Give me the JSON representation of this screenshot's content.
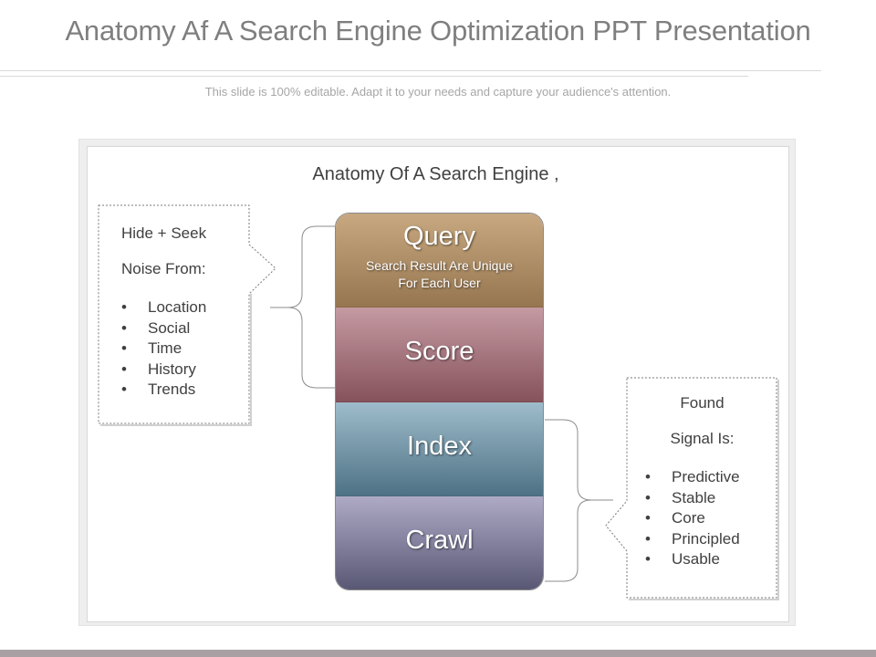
{
  "header": {
    "title": "Anatomy Af A Search Engine Optimization PPT Presentation",
    "subtitle": "This slide is 100% editable. Adapt it to your needs and capture your audience's attention."
  },
  "diagram": {
    "title": "Anatomy Of A Search Engine ,",
    "layers": [
      {
        "name": "Query",
        "subtitle_line1": "Search Result Are Unique",
        "subtitle_line2": "For Each User",
        "color": "#ad8e66"
      },
      {
        "name": "Score",
        "color": "#a06f78"
      },
      {
        "name": "Index",
        "color": "#6f94a6"
      },
      {
        "name": "Crawl",
        "color": "#7f7c9a"
      }
    ],
    "left_callout": {
      "heading_line1": "Hide + Seek",
      "heading_line2": "Noise From:",
      "items": [
        "Location",
        "Social",
        "Time",
        "History",
        "Trends"
      ]
    },
    "right_callout": {
      "heading_line1": "Found",
      "heading_line2": "Signal Is:",
      "items": [
        "Predictive",
        "Stable",
        "Core",
        "Principled",
        "Usable"
      ]
    },
    "bullet": "•"
  }
}
